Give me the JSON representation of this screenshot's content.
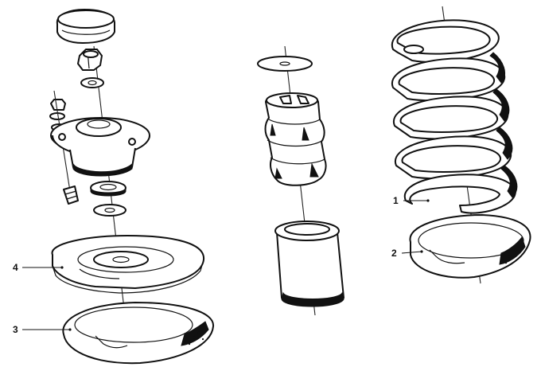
{
  "callouts": [
    {
      "id": "callout-1",
      "text": "1"
    },
    {
      "id": "callout-2",
      "text": "2"
    },
    {
      "id": "callout-3",
      "text": "3"
    },
    {
      "id": "callout-4",
      "text": "4"
    }
  ]
}
